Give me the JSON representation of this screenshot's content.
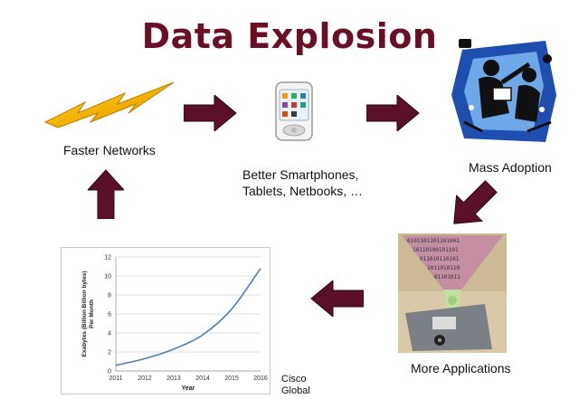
{
  "title": "Data Explosion",
  "nodes": {
    "faster_networks": "Faster Networks",
    "smartphones_line1": "Better Smartphones,",
    "smartphones_line2": "Tablets, Netbooks, …",
    "mass_adoption": "Mass Adoption",
    "more_applications": "More Applications",
    "source_line1": "Cisco",
    "source_line2": "Global"
  },
  "colors": {
    "title": "#6b0f24",
    "arrow": "#5a1128",
    "arrow_stroke": "#2a0610",
    "lightning": "#f2b300",
    "chart_line": "#4f7fb0"
  },
  "icons": {
    "networks": "lightning-bolt-icon",
    "devices": "smartphone-icon",
    "adoption": "people-clipart-icon",
    "applications": "binary-funnel-disk-icon"
  },
  "chart_data": {
    "type": "line",
    "title": "",
    "xlabel": "Year",
    "ylabel": "Exabytes (Billion Billion bytes) Per Month",
    "x": [
      2011,
      2012,
      2013,
      2014,
      2015,
      2016
    ],
    "y_ticks": [
      0,
      2,
      4,
      6,
      8,
      10,
      12
    ],
    "ylim": [
      0,
      12
    ],
    "xlim": [
      2011,
      2016
    ],
    "grid": true,
    "series": [
      {
        "values": [
          0.6,
          1.3,
          2.3,
          3.8,
          6.5,
          10.8
        ]
      }
    ]
  }
}
